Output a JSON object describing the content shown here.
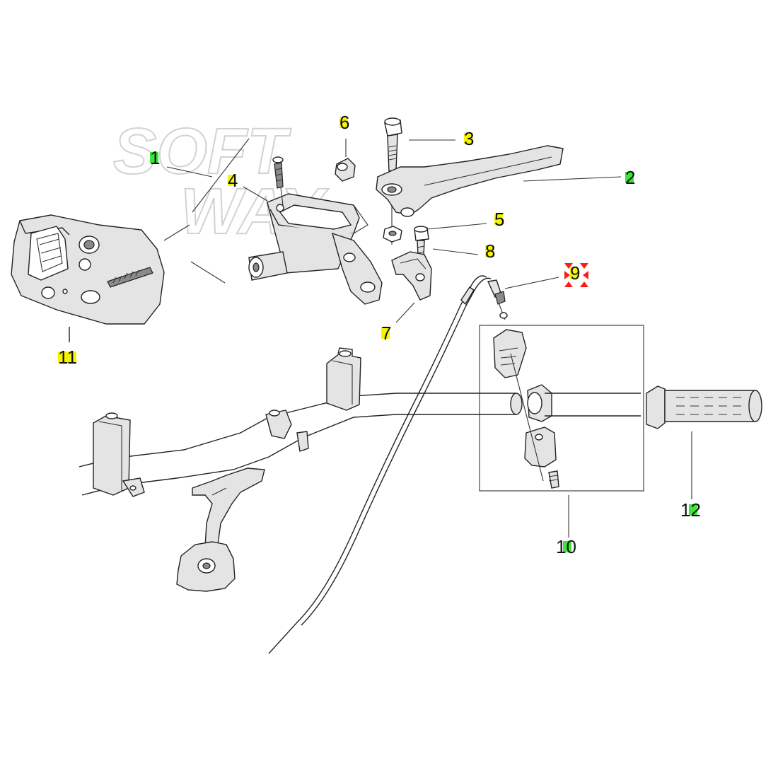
{
  "watermark": {
    "line1": "SOFT",
    "line2": "WAY"
  },
  "colors": {
    "marker_green": "#39e639",
    "marker_yellow": "#f5f500",
    "highlight_red": "#ff1a1a",
    "line": "#222222"
  },
  "callouts": [
    {
      "id": "1",
      "label": "1",
      "marker": "green"
    },
    {
      "id": "2",
      "label": "2",
      "marker": "green"
    },
    {
      "id": "3",
      "label": "3",
      "marker": "yellow"
    },
    {
      "id": "4",
      "label": "4",
      "marker": "yellow"
    },
    {
      "id": "5",
      "label": "5",
      "marker": "yellow"
    },
    {
      "id": "6",
      "label": "6",
      "marker": "yellow"
    },
    {
      "id": "7",
      "label": "7",
      "marker": "yellow"
    },
    {
      "id": "8",
      "label": "8",
      "marker": "yellow"
    },
    {
      "id": "9",
      "label": "9",
      "marker": "yellow",
      "selected": true
    },
    {
      "id": "10",
      "label": "10",
      "marker": "green"
    },
    {
      "id": "11",
      "label": "11",
      "marker": "yellow"
    },
    {
      "id": "12",
      "label": "12",
      "marker": "green"
    }
  ],
  "selected_marker_icon": "crosshair-arrows-icon"
}
